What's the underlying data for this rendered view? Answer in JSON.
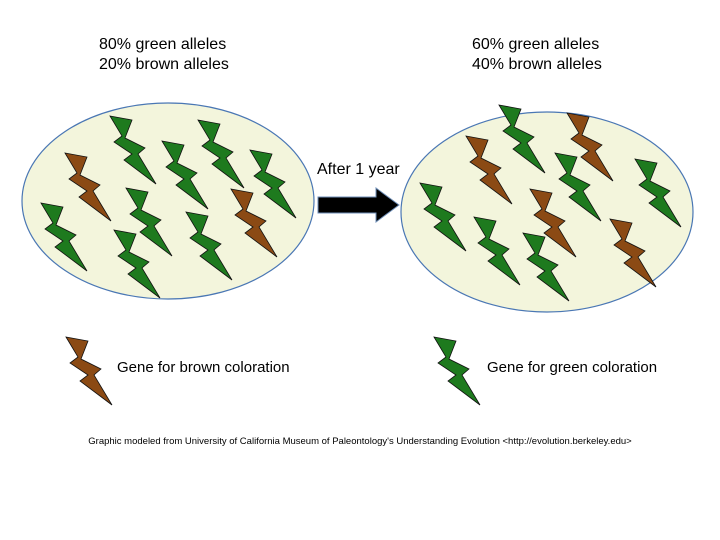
{
  "left_population": {
    "green_line": "80% green alleles",
    "brown_line": "20% brown alleles"
  },
  "right_population": {
    "green_line": "60% green alleles",
    "brown_line": "40% brown alleles"
  },
  "transition": {
    "label": "After 1 year"
  },
  "legend": {
    "brown_label": "Gene for brown coloration",
    "green_label": "Gene for green coloration"
  },
  "credit": "Graphic modeled from University of California Museum of Paleontology's Understanding Evolution <http://evolution.berkeley.edu>",
  "colors": {
    "population_fill": "#f3f5dc",
    "population_stroke": "#4a77b4",
    "green_gene": "#1e7a1e",
    "brown_gene": "#8b4a14",
    "gene_outline": "#111111",
    "arrow": "#000000"
  },
  "icons": {
    "gene": "lightning-bolt-icon",
    "transition": "right-arrow-icon"
  }
}
